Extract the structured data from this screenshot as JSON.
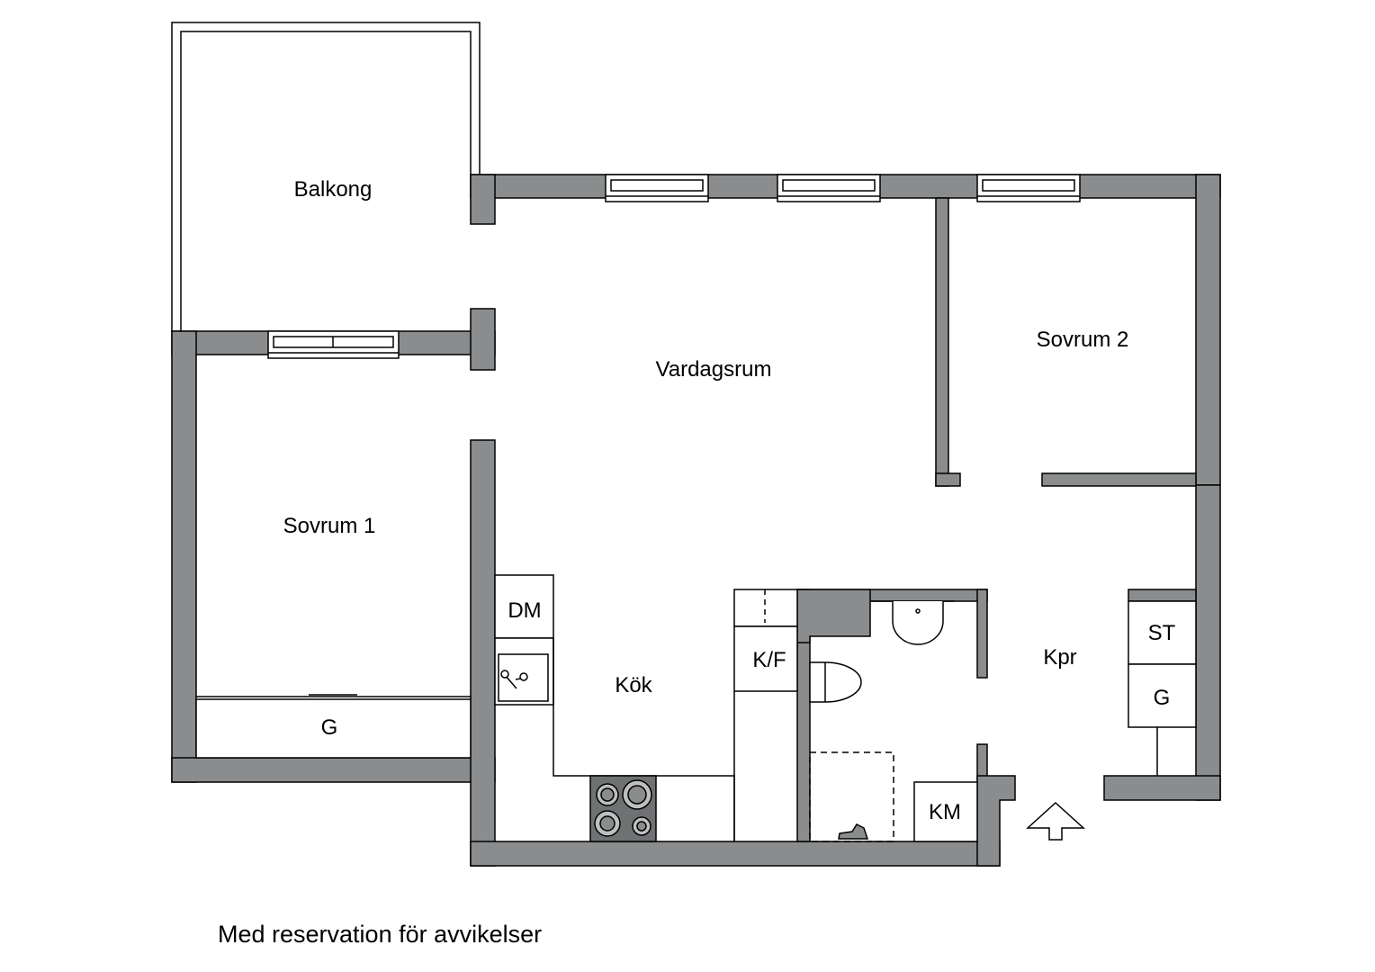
{
  "plan": {
    "rooms": {
      "balkong": "Balkong",
      "vardagsrum": "Vardagsrum",
      "sovrum1": "Sovrum 1",
      "sovrum2": "Sovrum 2",
      "kok": "Kök",
      "kpr": "Kpr"
    },
    "fixtures": {
      "dm": "DM",
      "kf": "K/F",
      "km": "KM",
      "st": "ST",
      "g_sovrum": "G",
      "g_hall": "G"
    },
    "colors": {
      "wall": "#8a8c8d",
      "line": "#000000",
      "background": "#ffffff"
    }
  },
  "footer": {
    "disclaimer": "Med reservation för avvikelser"
  }
}
